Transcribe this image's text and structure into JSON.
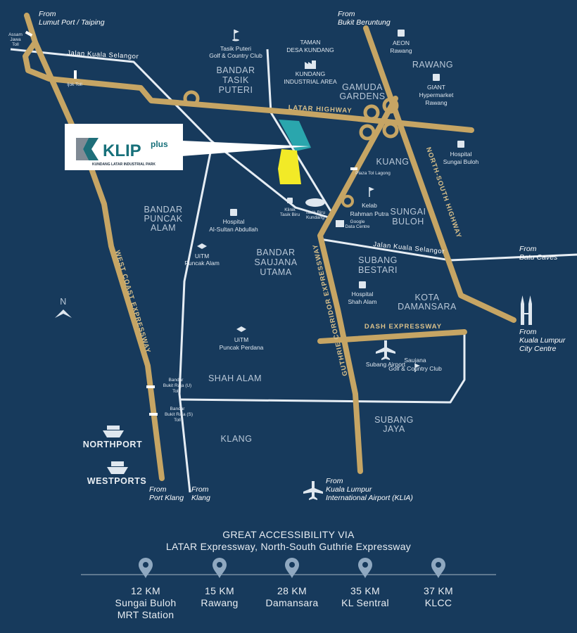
{
  "colors": {
    "background": "#173a5c",
    "highway": "#c6a564",
    "road": "#e6edf4",
    "site_teal": "#2aa6ad",
    "site_yellow": "#f2ea27"
  },
  "logo": {
    "name": "KLIP",
    "suffix": "plus",
    "tagline": "KUNDANG LATAR INDUSTRIAL PARK"
  },
  "origins": {
    "lumut": [
      "From",
      "Lumut Port / Taiping"
    ],
    "bukit_beruntung": [
      "From",
      "Bukit Beruntung"
    ],
    "batu_caves": [
      "From",
      "Batu Caves"
    ],
    "klcc": [
      "From",
      "Kuala Lumpur",
      "City Centre"
    ],
    "port_klang": [
      "From",
      "Port Klang"
    ],
    "klang": [
      "From",
      "Klang"
    ],
    "klia": [
      "From",
      "Kuala Lumpur",
      "International Airport (KLIA)"
    ]
  },
  "highways": {
    "latar": "LATAR HIGHWAY",
    "north_south": "NORTH-SOUTH HIGHWAY",
    "guthrie": "GUTHRIE CORRIDOR EXPRESSWAY",
    "west_coast": "WEST COAST EXPRESSWAY",
    "dash": "DASH EXPRESSWAY"
  },
  "roads": {
    "jks_north": "Jalan Kuala Selangor",
    "jks_south": "Jalan Kuala Selangor"
  },
  "tolls": {
    "assam_jawa": [
      "Assam",
      "Jawa",
      "Toll"
    ],
    "ijok": "Ijok Toll",
    "lagong": "Plaza Tol Lagong",
    "bukit_raja_u": [
      "Bandar",
      "Bukit Raja (U)",
      "Toll"
    ],
    "bukit_raja_s": [
      "Bandar",
      "Bukit Raja (S)",
      "Toll"
    ]
  },
  "areas": {
    "tasik_puteri": [
      "BANDAR",
      "TASIK",
      "PUTERI"
    ],
    "taman_desa": [
      "TAMAN",
      "DESA KUNDANG"
    ],
    "rawang": "RAWANG",
    "gamuda": [
      "GAMUDA",
      "GARDENS"
    ],
    "kuang": "KUANG",
    "puncak_alam": [
      "BANDAR",
      "PUNCAK",
      "ALAM"
    ],
    "sungai_buloh": [
      "SUNGAI",
      "BULOH"
    ],
    "saujana_utama": [
      "BANDAR",
      "SAUJANA",
      "UTAMA"
    ],
    "subang_bestari": [
      "SUBANG",
      "BESTARI"
    ],
    "kota_damansara": [
      "KOTA",
      "DAMANSARA"
    ],
    "shah_alam": "SHAH ALAM",
    "subang_jaya": [
      "SUBANG",
      "JAYA"
    ],
    "klang": "KLANG"
  },
  "landmarks": {
    "tasik_puteri_golf": [
      "Tasik Puteri",
      "Golf & Country Club"
    ],
    "kundang_ia": [
      "KUNDANG",
      "INDUSTRIAL AREA"
    ],
    "aeon": [
      "AEON",
      "Rawang"
    ],
    "giant": [
      "GIANT",
      "Hypermarket",
      "Rawang"
    ],
    "hosp_sg_buloh": [
      "Hospital",
      "Sungai Buloh"
    ],
    "hosp_al_sultan": [
      "Hospital",
      "Al-Sultan Abdullah"
    ],
    "klinik": [
      "Klinik",
      "Tasik Biru"
    ],
    "tasik_biru": [
      "Tasik Biru",
      "Kundang"
    ],
    "kelab": [
      "Kelab",
      "Rahman Putra"
    ],
    "google": [
      "Google",
      "Data Centre"
    ],
    "uitm_alam": [
      "UiTM",
      "Puncak Alam"
    ],
    "hosp_shah_alam": [
      "Hospital",
      "Shah Alam"
    ],
    "uitm_perdana": [
      "UiTM",
      "Puncak Perdana"
    ],
    "subang_airport": "Subang Airport",
    "saujana_golf": [
      "Saujana",
      "Golf & Country Club"
    ],
    "northport": "NORTHPORT",
    "westports": "WESTPORTS"
  },
  "compass": "N",
  "footer": {
    "title": "GREAT ACCESSIBILITY VIA",
    "subtitle": "LATAR Expressway, North-South Guthrie Expressway",
    "destinations": [
      {
        "distance": "12 KM",
        "name": "Sungai Buloh",
        "name2": "MRT Station"
      },
      {
        "distance": "15 KM",
        "name": "Rawang",
        "name2": ""
      },
      {
        "distance": "28 KM",
        "name": "Damansara",
        "name2": ""
      },
      {
        "distance": "35 KM",
        "name": "KL Sentral",
        "name2": ""
      },
      {
        "distance": "37 KM",
        "name": "KLCC",
        "name2": ""
      }
    ]
  }
}
